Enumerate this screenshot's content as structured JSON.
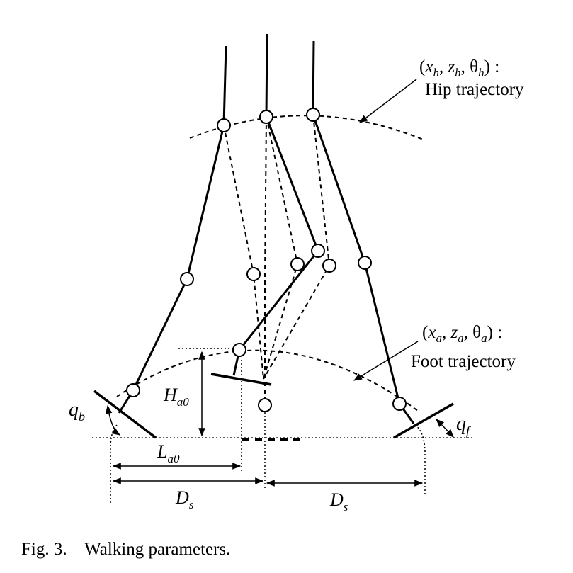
{
  "diagram": {
    "hip_label": {
      "x": "x",
      "x_sub": "h",
      "z": "z",
      "z_sub": "h",
      "theta": "θ",
      "theta_sub": "h",
      "colon": ":",
      "caption": "Hip trajectory"
    },
    "foot_label": {
      "x": "x",
      "x_sub": "a",
      "z": "z",
      "z_sub": "a",
      "theta": "θ",
      "theta_sub": "a",
      "colon": ":",
      "caption": "Foot trajectory"
    },
    "q_b": {
      "main": "q",
      "sub": "b"
    },
    "q_f": {
      "main": "q",
      "sub": "f"
    },
    "H_a0": {
      "main": "H",
      "sub": "a0"
    },
    "L_a0": {
      "main": "L",
      "sub": "a0"
    },
    "D_s_left": {
      "main": "D",
      "sub": "s"
    },
    "D_s_right": {
      "main": "D",
      "sub": "s"
    }
  },
  "figure_caption": {
    "number": "Fig. 3.",
    "text": "Walking parameters."
  }
}
